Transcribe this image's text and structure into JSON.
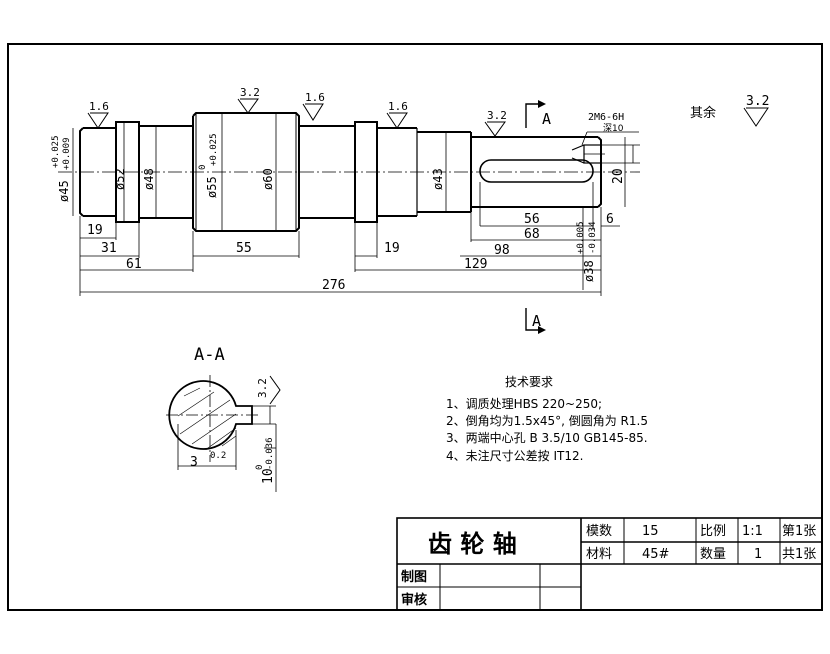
{
  "dims": {
    "d45": "ø45",
    "d45_tol_u": "+0.025",
    "d45_tol_l": "+0.009",
    "d52": "ø52",
    "d48": "ø48",
    "d55": "ø55",
    "d55_tol_u": "+0.025",
    "d55_tol_l": "0",
    "d60": "ø60",
    "d43": "ø43",
    "d38": "ø38",
    "d38_tol_u": "+0.005",
    "d38_tol_l": "-0.034",
    "l19a": "19",
    "l31": "31",
    "l61": "61",
    "l55": "55",
    "l19b": "19",
    "l129": "129",
    "l276": "276",
    "l56": "56",
    "l68": "68",
    "l98": "98",
    "l6": "6",
    "l20": "20",
    "thread": "2M6-6H",
    "thread_depth": "深10"
  },
  "roughness": {
    "r1": "1.6",
    "r2": "3.2",
    "r3": "1.6",
    "r4": "1.6",
    "r5": "3.2",
    "rest_label": "其余",
    "rest_value": "3.2",
    "section_key": "3.2"
  },
  "section": {
    "marker_top": "A",
    "marker_bottom": "A",
    "title": "A-A",
    "key_width": "3",
    "key_width_tol": "0.2",
    "depth": "10",
    "depth_tol_u": "0",
    "depth_tol_l": "-0.036"
  },
  "tech": {
    "heading": "技术要求",
    "items": [
      "1、调质处理HBS 220~250;",
      "2、倒角均为1.5x45°, 倒圆角为 R1.5",
      "3、两端中心孔 B  3.5/10    GB145-85.",
      "4、未注尺寸公差按 IT12."
    ]
  },
  "title_block": {
    "part_name": "齿 轮 轴",
    "module_label": "模数",
    "module_value": "15",
    "scale_label": "比例",
    "scale_value": "1:1",
    "sheet_no": "第1张",
    "material_label": "材料",
    "material_value": "45#",
    "qty_label": "数量",
    "qty_value": "1",
    "sheet_total": "共1张",
    "drawn_label": "制图",
    "check_label": "审核"
  }
}
